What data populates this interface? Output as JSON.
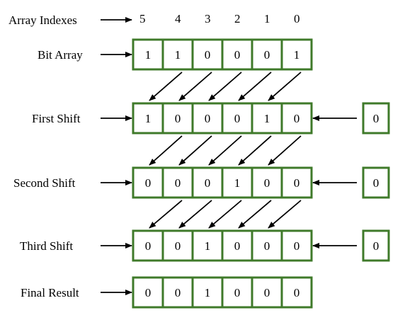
{
  "colors": {
    "box_border": "#3f7a2a",
    "text": "#000000",
    "arrow": "#000000",
    "background": "#ffffff"
  },
  "header": {
    "label": "Array Indexes",
    "indexes": [
      "5",
      "4",
      "3",
      "2",
      "1",
      "0"
    ]
  },
  "rows": [
    {
      "label": "Bit Array",
      "cells": [
        "1",
        "1",
        "0",
        "0",
        "0",
        "1"
      ],
      "shift_in": ""
    },
    {
      "label": "First Shift",
      "cells": [
        "1",
        "0",
        "0",
        "0",
        "1",
        "0"
      ],
      "shift_in": "0"
    },
    {
      "label": "Second Shift",
      "cells": [
        "0",
        "0",
        "0",
        "1",
        "0",
        "0"
      ],
      "shift_in": "0"
    },
    {
      "label": "Third Shift",
      "cells": [
        "0",
        "0",
        "1",
        "0",
        "0",
        "0"
      ],
      "shift_in": "0"
    },
    {
      "label": "Final Result",
      "cells": [
        "0",
        "0",
        "1",
        "0",
        "0",
        "0"
      ],
      "shift_in": ""
    }
  ]
}
